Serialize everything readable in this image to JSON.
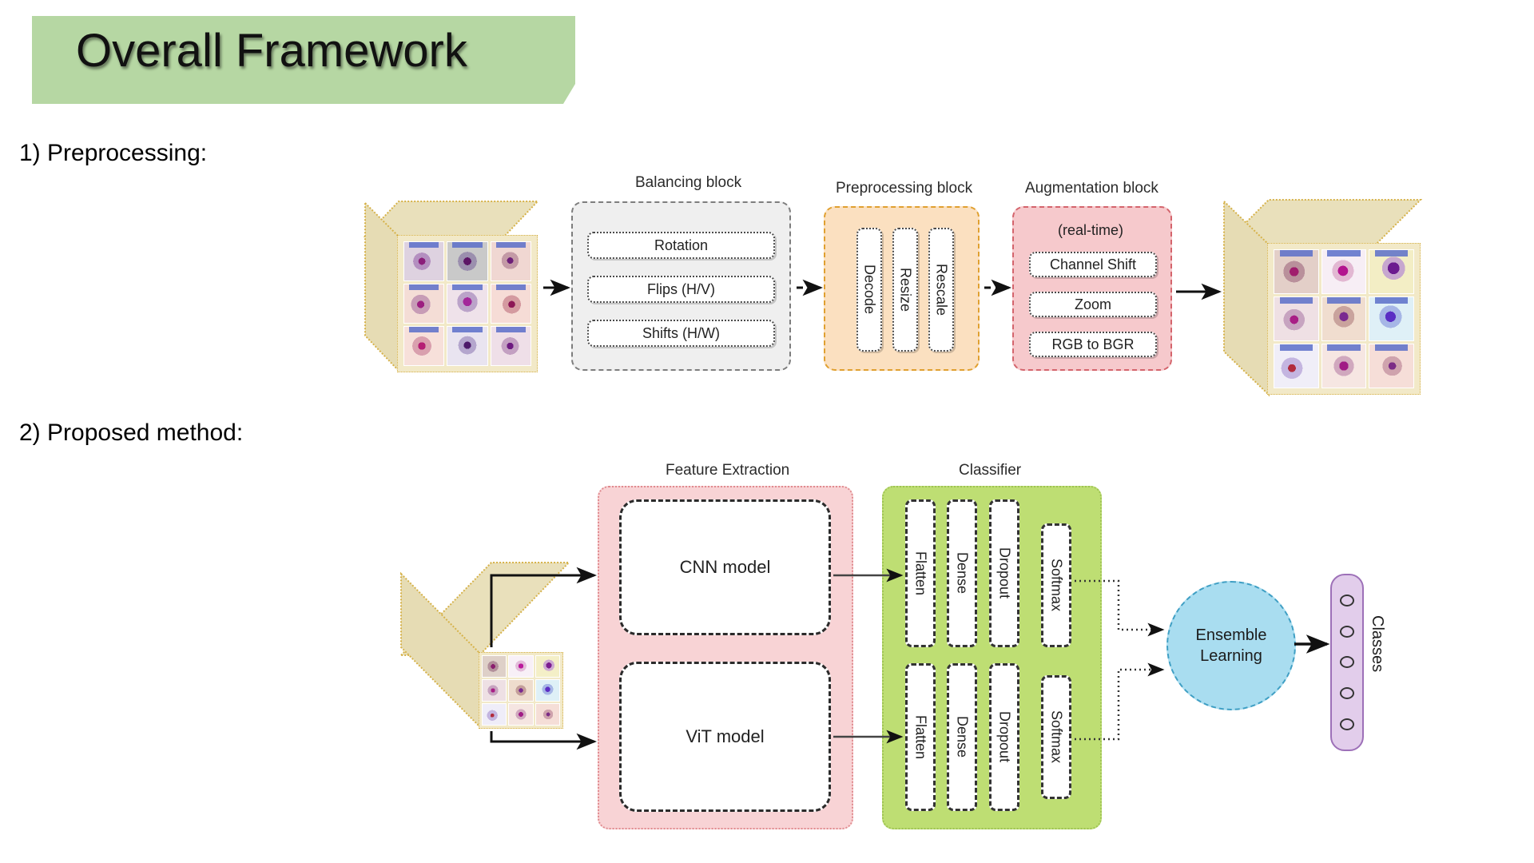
{
  "slide": {
    "title": "Overall Framework",
    "banner_color": "#b6d7a3",
    "sections": [
      {
        "label": "1) Preprocessing:"
      },
      {
        "label": "2) Proposed method:"
      }
    ]
  },
  "preprocessing": {
    "input_dataset": {
      "name": "input-image-dataset-cube",
      "grid": "3x3"
    },
    "output_dataset": {
      "name": "augmented-image-dataset-cube",
      "grid": "3x3"
    },
    "blocks": [
      {
        "id": "balancing",
        "caption": "Balancing block",
        "color": "#efefef",
        "border_color": "#7d7d7d",
        "orientation": "horizontal",
        "items": [
          "Rotation",
          "Flips (H/V)",
          "Shifts (H/W)"
        ]
      },
      {
        "id": "preprocessing",
        "caption": "Preprocessing block",
        "color": "#fbe0c0",
        "border_color": "#e0a030",
        "orientation": "vertical",
        "items": [
          "Decode",
          "Resize",
          "Rescale"
        ]
      },
      {
        "id": "augmentation",
        "caption": "Augmentation block",
        "color": "#f6c9cc",
        "border_color": "#d4646c",
        "orientation": "horizontal",
        "note": "(real-time)",
        "items": [
          "Channel Shift",
          "Zoom",
          "RGB to BGR"
        ]
      }
    ]
  },
  "proposed_method": {
    "input_dataset": {
      "name": "preprocessed-dataset-cube",
      "grid": "3x3"
    },
    "feature_extraction": {
      "caption": "Feature Extraction",
      "color": "#f8d3d5",
      "models": [
        "CNN model",
        "ViT model"
      ]
    },
    "classifier": {
      "caption": "Classifier",
      "color": "#bede73",
      "layers": [
        "Flatten",
        "Dense",
        "Dropout",
        "Softmax"
      ]
    },
    "ensemble": {
      "label_line1": "Ensemble",
      "label_line2": "Learning",
      "color": "#a9ddf0"
    },
    "output": {
      "label": "Classes",
      "color": "#e2cdeb",
      "node_count": 5
    }
  }
}
